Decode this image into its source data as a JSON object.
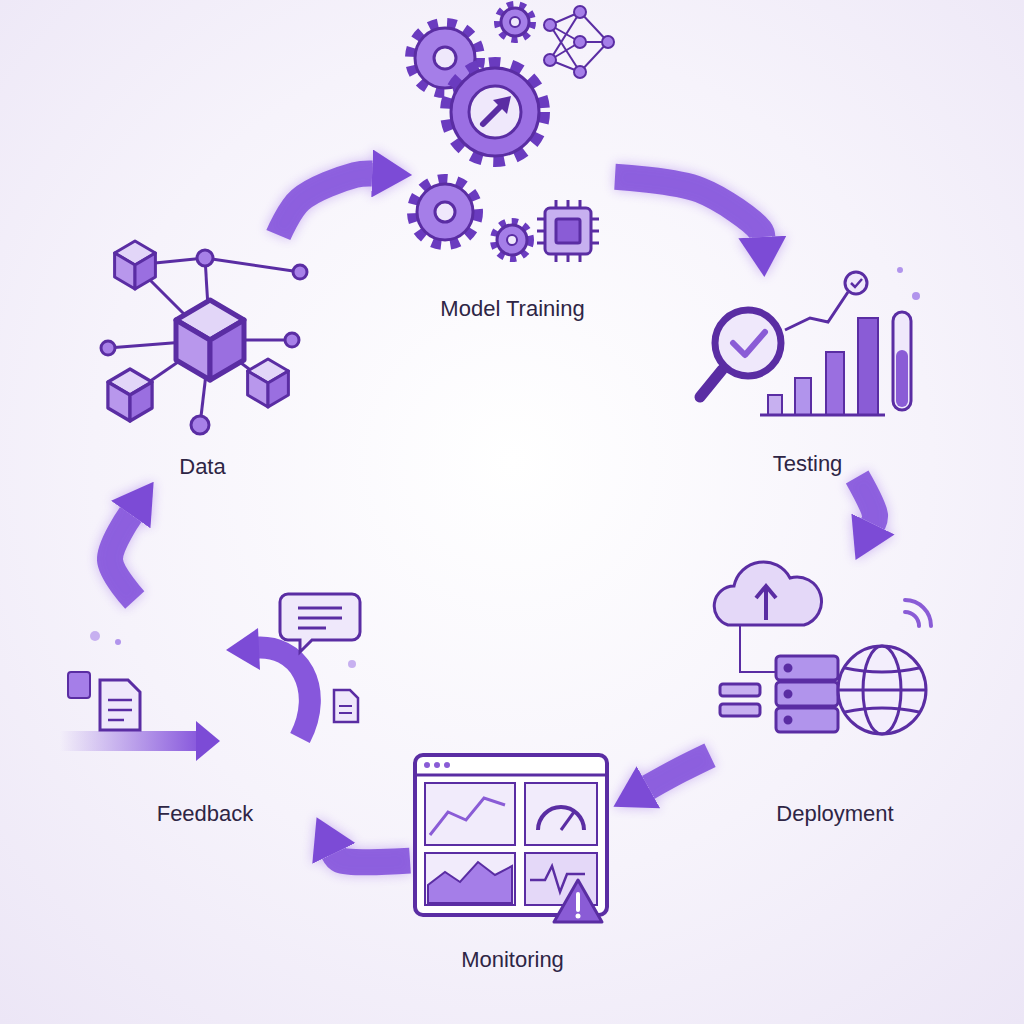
{
  "diagram": {
    "nodes": [
      {
        "text": [
          "Data"
        ]
      },
      {
        "text": [
          "Model Training"
        ]
      },
      {
        "text": [
          "Testing"
        ]
      },
      {
        "text": [
          "Deployment"
        ]
      },
      {
        "text": [
          "Monitoring"
        ]
      },
      {
        "text": [
          "Feedback"
        ]
      }
    ],
    "edges": [
      {
        "from": 0,
        "to": 1,
        "arrow": "to"
      },
      {
        "from": 1,
        "to": 2,
        "arrow": "to"
      },
      {
        "from": 2,
        "to": 3,
        "arrow": "to"
      },
      {
        "from": 3,
        "to": 4,
        "arrow": "to"
      },
      {
        "from": 4,
        "to": 5,
        "arrow": "to"
      },
      {
        "from": 5,
        "to": 0,
        "arrow": "to"
      }
    ]
  }
}
